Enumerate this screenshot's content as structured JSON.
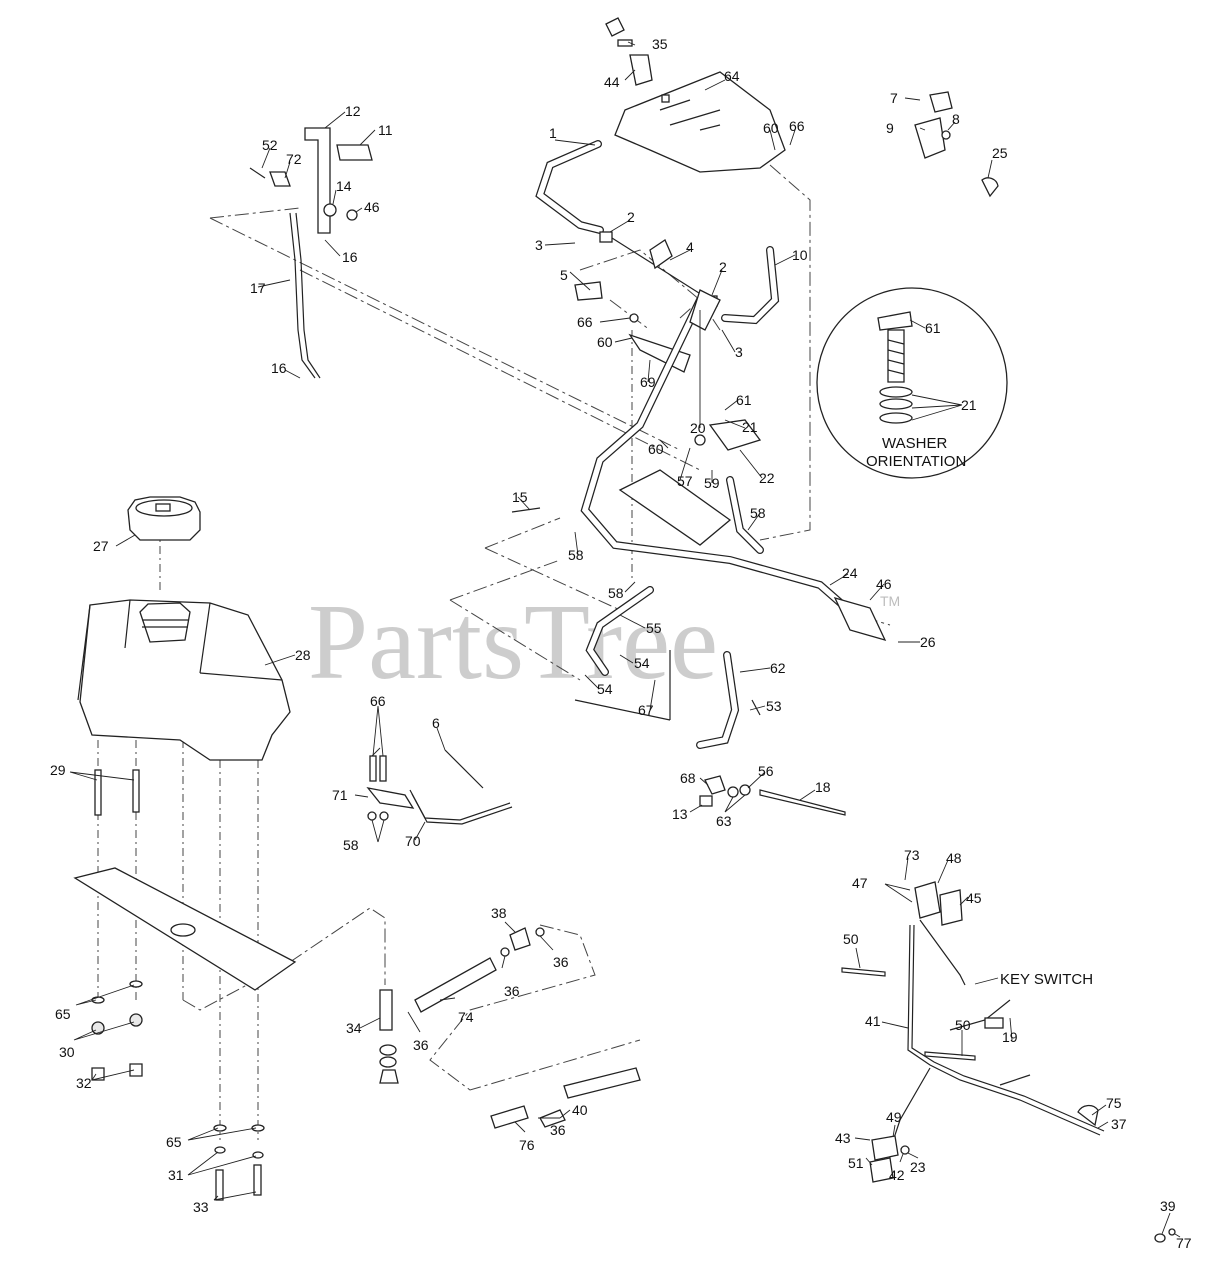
{
  "watermark": {
    "text": "PartsTree",
    "trademark": "TM"
  },
  "notes": {
    "washer_orientation_line1": "WASHER",
    "washer_orientation_line2": "ORIENTATION",
    "key_switch": "KEY SWITCH"
  },
  "callouts": {
    "c35": "35",
    "c44": "44",
    "c64": "64",
    "c60a": "60",
    "c66a": "66",
    "c7": "7",
    "c8": "8",
    "c9": "9",
    "c25": "25",
    "c12": "12",
    "c11": "11",
    "c52": "52",
    "c72": "72",
    "c14": "14",
    "c46a": "46",
    "c16a": "16",
    "c17": "17",
    "c16b": "16",
    "c1": "1",
    "c2a": "2",
    "c3a": "3",
    "c4": "4",
    "c2b": "2",
    "c10": "10",
    "c5": "5",
    "c66b": "66",
    "c60b": "60",
    "c3b": "3",
    "c69": "69",
    "c61a": "61",
    "c21a": "21",
    "c20": "20",
    "c61b": "61",
    "c21b": "21",
    "c60c": "60",
    "c57": "57",
    "c59": "59",
    "c22": "22",
    "c15": "15",
    "c58a": "58",
    "c58b": "58",
    "c58c": "58",
    "c24": "24",
    "c46b": "46",
    "c26": "26",
    "c55": "55",
    "c54a": "54",
    "c54b": "54",
    "c67": "67",
    "c27": "27",
    "c28": "28",
    "c62": "62",
    "c53": "53",
    "c66c": "66",
    "c6": "6",
    "c71": "71",
    "c58d": "58",
    "c70": "70",
    "c68": "68",
    "c56": "56",
    "c18": "18",
    "c13": "13",
    "c63": "63",
    "c29": "29",
    "c73": "73",
    "c48": "48",
    "c47": "47",
    "c45": "45",
    "c50a": "50",
    "c41": "41",
    "c50b": "50",
    "c19": "19",
    "c38": "38",
    "c36a": "36",
    "c36b": "36",
    "c34": "34",
    "c74": "74",
    "c36c": "36",
    "c65a": "65",
    "c30": "30",
    "c32": "32",
    "c40": "40",
    "c36d": "36",
    "c76": "76",
    "c65b": "65",
    "c31": "31",
    "c33": "33",
    "c75": "75",
    "c37": "37",
    "c43": "43",
    "c49": "49",
    "c51": "51",
    "c42": "42",
    "c23": "23",
    "c39": "39",
    "c77": "77"
  }
}
